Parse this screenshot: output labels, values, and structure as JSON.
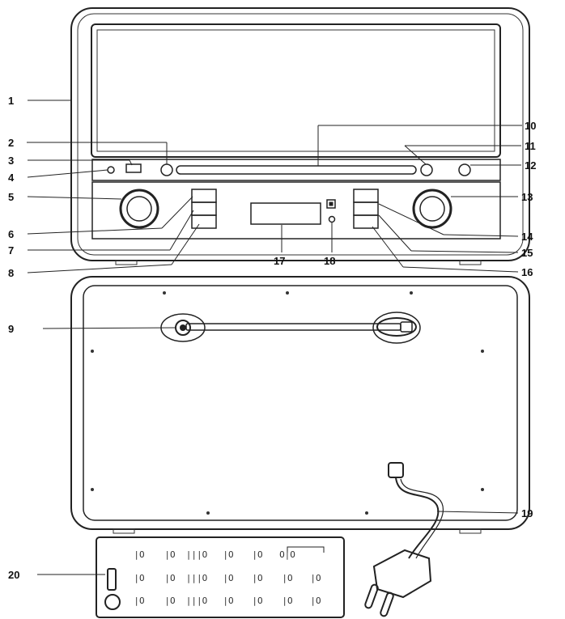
{
  "diagram": {
    "callouts": [
      "1",
      "2",
      "3",
      "4",
      "5",
      "6",
      "7",
      "8",
      "9",
      "10",
      "11",
      "12",
      "13",
      "14",
      "15",
      "16",
      "17",
      "18",
      "19",
      "20"
    ],
    "colors": {
      "line": "#222222",
      "background": "#ffffff"
    },
    "remote_button_glyphs": [
      [
        "|O",
        "|O",
        "|||O",
        "|O",
        "|O",
        "O|O"
      ],
      [
        "|O",
        "|O",
        "|||O",
        "|O",
        "|O",
        "|O",
        "|O"
      ],
      [
        "|O",
        "|O",
        "|||O",
        "|O",
        "|O",
        "|O",
        "|O"
      ]
    ]
  }
}
